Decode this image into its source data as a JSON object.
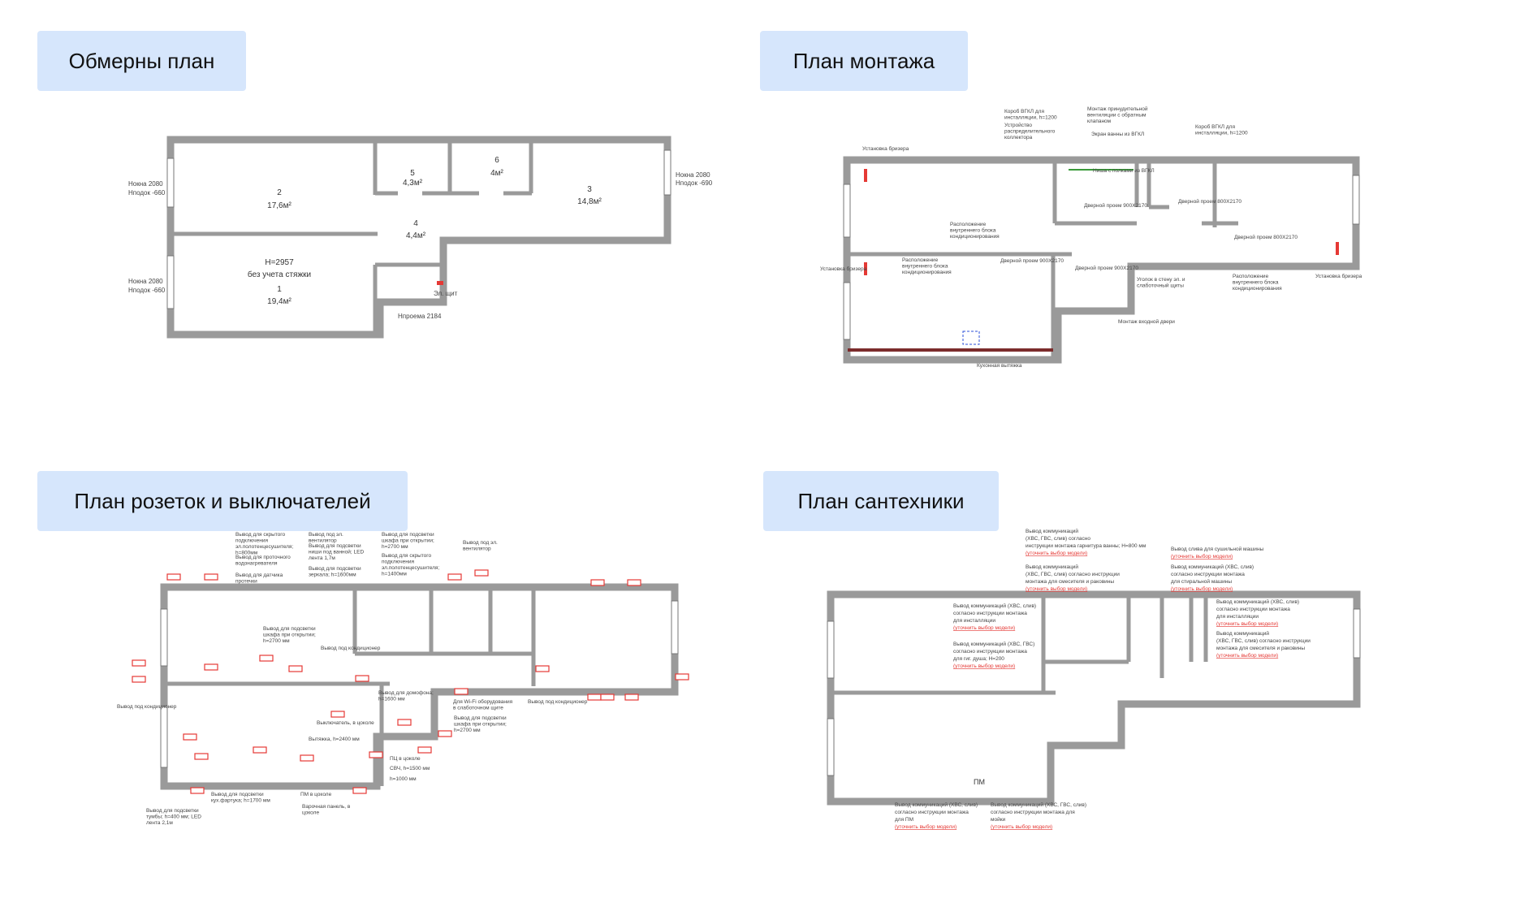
{
  "sections": [
    {
      "title": "Обмерны план"
    },
    {
      "title": "План монтажа"
    },
    {
      "title": "План розеток и выключателей"
    },
    {
      "title": "План сантехники"
    }
  ],
  "measure_plan": {
    "rooms": [
      {
        "num": "2",
        "area": "17,6м²"
      },
      {
        "num": "5",
        "area": "4,3м²"
      },
      {
        "num": "6",
        "area": "4м²"
      },
      {
        "num": "3",
        "area": "14,8м²"
      },
      {
        "num": "4",
        "area": "4,4м²"
      },
      {
        "num": "1",
        "area": "19,4м²"
      }
    ],
    "height_note": "H=2957",
    "height_sub": "без учета стяжки",
    "window_left_top": [
      "Нокна 2080",
      "Нподок -660"
    ],
    "window_left_bottom": [
      "Нокна 2080",
      "Нподок -660"
    ],
    "window_right": [
      "Нокна 2080",
      "Нподок -690"
    ],
    "door_height": "Нпроема 2184",
    "panel": "Эл. щит"
  },
  "install_plan": {
    "labels": [
      "Короб ВГКЛ для инсталляции, h=1200",
      "Устройство распределительного коллектора",
      "Монтаж принудительной вентиляции с обратным клапаном",
      "Экран ванны из ВГКЛ",
      "Короб ВГКЛ для инсталляции, h=1200",
      "Установка бризера",
      "Ниша с полками из ВГКЛ",
      "Дверной проем 900Х2170",
      "Дверной проем 800Х2170",
      "Дверной проем 800Х2170",
      "Расположение внутреннего блока кондиционирования",
      "Расположение внутреннего блока кондиционирования",
      "Установка бризера",
      "Дверной проем 900Х2170",
      "Дверной проем 900Х2170",
      "Уголок в стену эл. и слаботочный щиты",
      "Расположение внутреннего блока кондиционирования",
      "Установка бризера",
      "Монтаж входной двери",
      "Кухонная вытяжка"
    ]
  },
  "electric_plan": {
    "labels": [
      "Вывод для скрытого подключения эл.полотенцесушителя; h=800мм",
      "Вывод под эл. вентилятор",
      "Вывод для подсветки ниши под ванной; LED лента 1,7м",
      "Вывод для подсветки шкафа при открытии; h=2700 мм",
      "Вывод для скрытого подключения эл.полотенцесушителя; h=1400мм",
      "Вывод для подсветки зеркала; h=1600мм",
      "Вывод для проточного водонагревателя",
      "Вывод для датчика протечки",
      "Вывод под эл. вентилятор",
      "Вывод для подсветки шкафа при открытии; h=2700 мм",
      "Вывод под кондиционер",
      "Вывод под кондиционер",
      "Вывод для домофона; h=1600 мм",
      "Для Wi-Fi оборудования в слаботочном щите",
      "Вывод под кондиционер",
      "Вывод для подсветки шкафа при открытии; h=2700 мм",
      "Выключатель, в цоколе",
      "Вытяжка, h=2400 мм",
      "ПЦ в цоколе",
      "СВЧ, h=1500 мм",
      "h=1000 мм",
      "Вывод для подсветки кух.фартука; h=1700 мм",
      "ПМ в цоколе",
      "Варочная панель, в цоколе",
      "Вывод для подсветки тумбы; h=400 мм; LED лента 2,1м"
    ]
  },
  "plumbing_plan": {
    "pm_label": "ПМ",
    "notes": [
      {
        "lines": [
          "Вывод коммуникаций",
          "(ХВС, ГВС, слив) согласно",
          "инструкции монтажа гарнитура ванны; H=800 мм"
        ],
        "note": "(уточнить выбор модели)"
      },
      {
        "lines": [
          "Вывод коммуникаций",
          "(ХВС, ГВС, слив) согласно инструкции",
          "монтажа для смесителя и раковины"
        ],
        "note": "(уточнить выбор модели)"
      },
      {
        "lines": [
          "Вывод слива для сушильной машины"
        ],
        "note": "(уточнить выбор модели)"
      },
      {
        "lines": [
          "Вывод коммуникаций (ХВС, слив)",
          "согласно инструкции монтажа",
          "для стиральной машины"
        ],
        "note": "(уточнить выбор модели)"
      },
      {
        "lines": [
          "Вывод коммуникаций (ХВС, слив)",
          "согласно инструкции монтажа",
          "для инсталляции"
        ],
        "note": "(уточнить выбор модели)"
      },
      {
        "lines": [
          "Вывод коммуникаций (ХВС, ГВС)",
          "согласно инструкции монтажа",
          "для гиг. душа; H=200"
        ],
        "note": "(уточнить выбор модели)"
      },
      {
        "lines": [
          "Вывод коммуникаций (ХВС, слив)",
          "согласно инструкции монтажа",
          "для инсталляции"
        ],
        "note": "(уточнить выбор модели)"
      },
      {
        "lines": [
          "Вывод коммуникаций",
          "(ХВС, ГВС, слив) согласно инструкции",
          "монтажа для смесителя и раковины"
        ],
        "note": "(уточнить выбор модели)"
      },
      {
        "lines": [
          "Вывод коммуникаций (ХВС, слив)",
          "согласно инструкции монтажа",
          "для ПМ"
        ],
        "note": "(уточнить выбор модели)"
      },
      {
        "lines": [
          "Вывод коммуникаций (ХВС, ГВС, слив)",
          "согласно инструкции монтажа для",
          "мойки"
        ],
        "note": "(уточнить выбор модели)"
      }
    ]
  },
  "colors": {
    "tag_bg": "#d6e6fc",
    "wall": "#9a9a9a",
    "annotation_red": "#e53935"
  }
}
